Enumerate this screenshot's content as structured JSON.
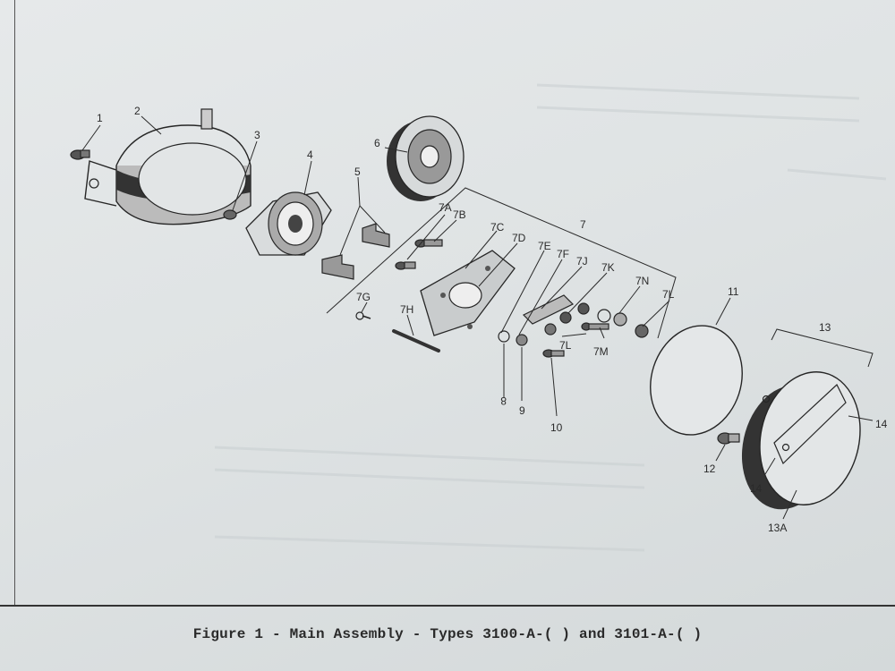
{
  "figure": {
    "caption": "Figure 1 - Main Assembly - Types 3100-A-( ) and 3101-A-( )"
  },
  "callouts": {
    "c1": "1",
    "c2": "2",
    "c3": "3",
    "c4": "4",
    "c5": "5",
    "c6": "6",
    "c7": "7",
    "c7a": "7A",
    "c7b": "7B",
    "c7c": "7C",
    "c7d": "7D",
    "c7e": "7E",
    "c7f": "7F",
    "c7g": "7G",
    "c7h": "7H",
    "c7j": "7J",
    "c7k": "7K",
    "c7l_a": "7L",
    "c7l_b": "7L",
    "c7m": "7M",
    "c7n": "7N",
    "c8": "8",
    "c9": "9",
    "c10": "10",
    "c11": "11",
    "c12": "12",
    "c13": "13",
    "c13a": "13A",
    "c14_a": "14",
    "c14_b": "14"
  }
}
